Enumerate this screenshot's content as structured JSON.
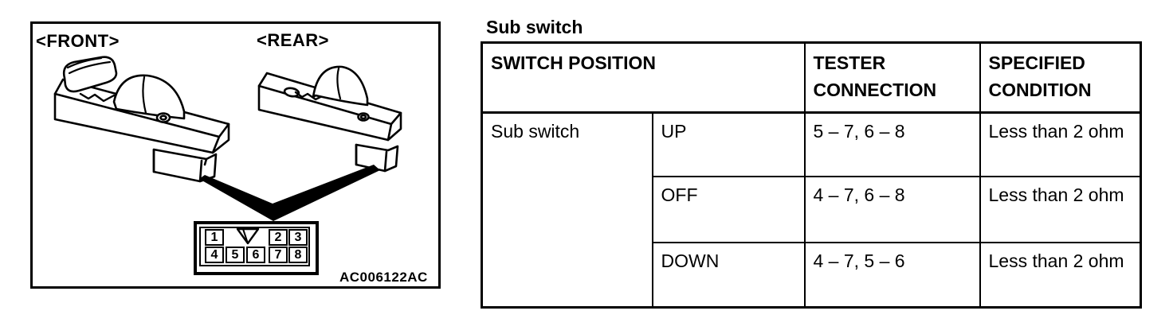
{
  "figure": {
    "front_label": "<FRONT>",
    "rear_label": "<REAR>",
    "code": "AC006122AC",
    "connector": {
      "top_pins": [
        "1",
        "2",
        "3"
      ],
      "bottom_pins": [
        "4",
        "5",
        "6",
        "7",
        "8"
      ]
    }
  },
  "table": {
    "title": "Sub switch",
    "headers": {
      "switch_position": "SWITCH POSITION",
      "tester_connection": "TESTER CONNECTION",
      "specified_condition": "SPECIFIED CONDITION"
    },
    "group_label": "Sub switch",
    "rows": [
      {
        "position": "UP",
        "tester_connection": "5 – 7, 6 – 8",
        "specified_condition": "Less than 2 ohm"
      },
      {
        "position": "OFF",
        "tester_connection": "4 – 7, 6 – 8",
        "specified_condition": "Less than 2 ohm"
      },
      {
        "position": "DOWN",
        "tester_connection": "4 – 7, 5 – 6",
        "specified_condition": "Less than 2 ohm"
      }
    ]
  },
  "colors": {
    "ink": "#000000",
    "paper": "#ffffff"
  }
}
